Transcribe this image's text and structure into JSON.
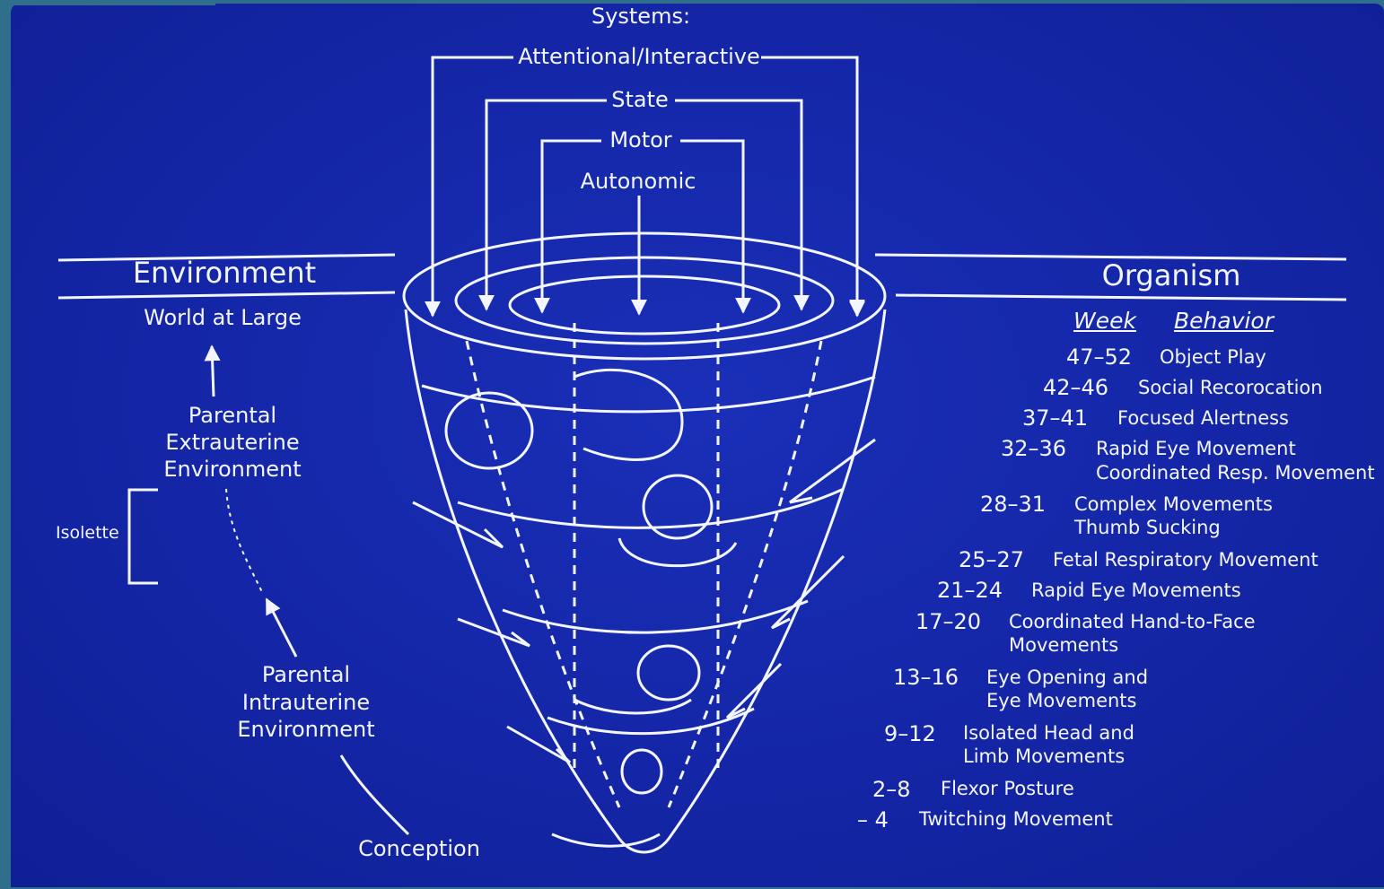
{
  "systems": {
    "title": "Systems:",
    "levels": [
      "Attentional/Interactive",
      "State",
      "Motor",
      "Autonomic"
    ]
  },
  "environment": {
    "heading": "Environment",
    "world": "World at Large",
    "extrauterine": [
      "Parental",
      "Extrauterine",
      "Environment"
    ],
    "isolette": "Isolette",
    "intrauterine": [
      "Parental",
      "Intrauterine",
      "Environment"
    ],
    "conception": "Conception"
  },
  "organism": {
    "heading": "Organism",
    "col_week": "Week",
    "col_behavior": "Behavior",
    "rows": [
      {
        "week": "47–52",
        "behavior": [
          "Object Play"
        ]
      },
      {
        "week": "42–46",
        "behavior": [
          "Social Recorocation"
        ]
      },
      {
        "week": "37–41",
        "behavior": [
          "Focused Alertness"
        ]
      },
      {
        "week": "32–36",
        "behavior": [
          "Rapid Eye Movement",
          "Coordinated Resp. Movement"
        ]
      },
      {
        "week": "28–31",
        "behavior": [
          "Complex Movements",
          "Thumb Sucking"
        ]
      },
      {
        "week": "25–27",
        "behavior": [
          "Fetal Respiratory Movement"
        ]
      },
      {
        "week": "21–24",
        "behavior": [
          "Rapid Eye Movements"
        ]
      },
      {
        "week": "17–20",
        "behavior": [
          "Coordinated Hand-to-Face",
          "Movements"
        ]
      },
      {
        "week": "13–16",
        "behavior": [
          "Eye Opening and",
          "Eye Movements"
        ]
      },
      {
        "week": "9–12",
        "behavior": [
          "Isolated Head and",
          "Limb Movements"
        ]
      },
      {
        "week": "2–8",
        "behavior": [
          "Flexor Posture"
        ]
      },
      {
        "week": "– 4",
        "behavior": [
          "Twitching Movement"
        ]
      }
    ]
  },
  "colors": {
    "background": "#1426a6",
    "ink": "#f4f6ff",
    "frame": "#2f6f8c"
  }
}
